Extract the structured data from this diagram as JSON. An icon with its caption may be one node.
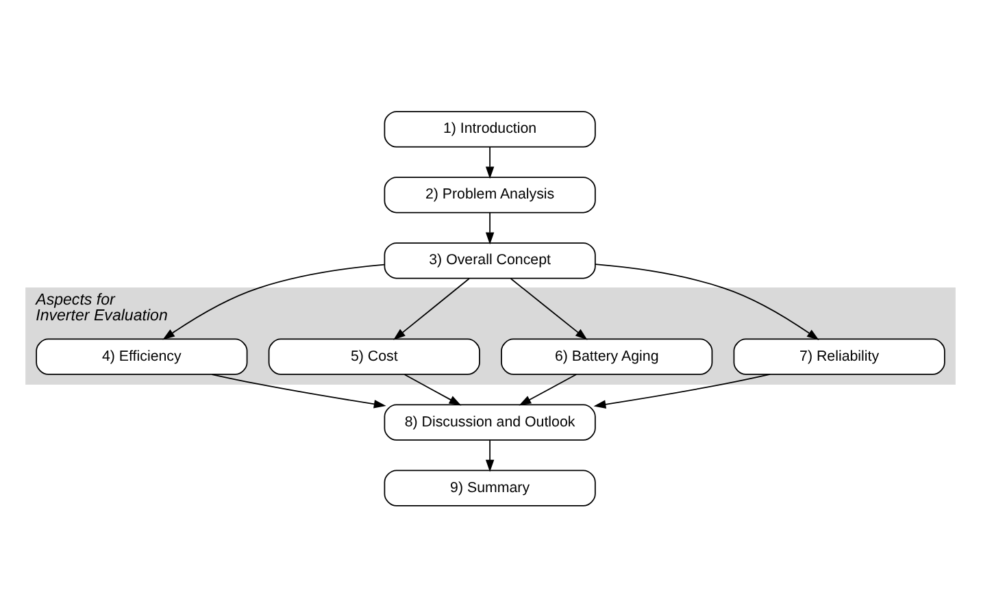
{
  "diagram": {
    "nodes": [
      {
        "text": [
          "1) Introduction"
        ]
      },
      {
        "text": [
          "2) Problem Analysis"
        ]
      },
      {
        "text": [
          "3) Overall Concept"
        ]
      },
      {
        "text": [
          "Aspects for Inverter Evaluation"
        ]
      },
      {
        "text": [
          "4) Efficiency"
        ],
        "in": 3
      },
      {
        "text": [
          "5) Cost"
        ],
        "in": 3
      },
      {
        "text": [
          "6) Battery Aging"
        ],
        "in": 3
      },
      {
        "text": [
          "7) Reliability"
        ],
        "in": 3
      },
      {
        "text": [
          "8) Discussion and Outlook"
        ]
      },
      {
        "text": [
          "9) Summary"
        ]
      }
    ],
    "edges": [
      {
        "from": 0,
        "to": 1,
        "arrow": "to"
      },
      {
        "from": 1,
        "to": 2,
        "arrow": "to"
      },
      {
        "from": 2,
        "to": 4,
        "arrow": "to"
      },
      {
        "from": 2,
        "to": 5,
        "arrow": "to"
      },
      {
        "from": 2,
        "to": 6,
        "arrow": "to"
      },
      {
        "from": 2,
        "to": 7,
        "arrow": "to"
      },
      {
        "from": 4,
        "to": 8,
        "arrow": "to"
      },
      {
        "from": 5,
        "to": 8,
        "arrow": "to"
      },
      {
        "from": 6,
        "to": 8,
        "arrow": "to"
      },
      {
        "from": 7,
        "to": 8,
        "arrow": "to"
      },
      {
        "from": 8,
        "to": 9,
        "arrow": "to"
      }
    ]
  }
}
